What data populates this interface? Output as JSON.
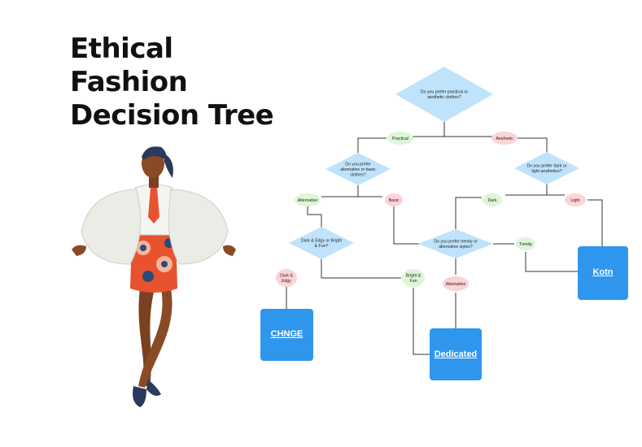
{
  "title": {
    "line1": "Ethical",
    "line2": "Fashion",
    "line3": "Decision Tree"
  },
  "questions": {
    "q1": [
      "Do you prefer practical or",
      "aesthetic clothes?"
    ],
    "q2": [
      "Do you prefer",
      "alternative or basic",
      "clothes?"
    ],
    "q3": [
      "Do you prefer dark or",
      "light aesthetics?"
    ],
    "q4": [
      "Dark & Edgy or Bright",
      "& Fun?"
    ],
    "q5": [
      "Do you prefer trendy or",
      "alternative styles?"
    ]
  },
  "answers": {
    "practical": [
      "Practical"
    ],
    "aesthetic": [
      "Aesthetic"
    ],
    "alternative1": [
      "Alternative"
    ],
    "basic": [
      "Basic"
    ],
    "dark": [
      "Dark"
    ],
    "light": [
      "Light"
    ],
    "dark_edgy": [
      "Dark &",
      "Edgy"
    ],
    "bright_fun": [
      "Bright &",
      "Fun"
    ],
    "trendy": [
      "Trendy"
    ],
    "alternative2": [
      "Alternative"
    ]
  },
  "brands": {
    "chnge": "CHNGE",
    "dedicated": "Dedicated",
    "kotn": "Kotn"
  },
  "colors": {
    "diamond": "#bfe3fb",
    "practical_bubble": "#dcf6d6",
    "aesthetic_bubble": "#fcd3d6",
    "brand_box": "#2f96ee",
    "line": "#333333"
  }
}
